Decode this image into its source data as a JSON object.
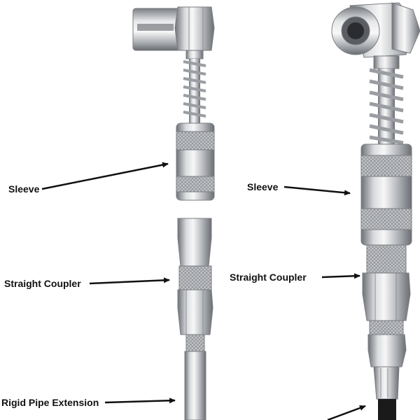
{
  "labels": {
    "sleeve_left": "Sleeve",
    "straight_coupler_left": "Straight Coupler",
    "rigid_pipe_extension": "Rigid Pipe Extension",
    "sleeve_right": "Sleeve",
    "straight_coupler_right": "Straight Coupler"
  },
  "colors": {
    "background": "#ffffff",
    "label_text": "#111111",
    "arrow": "#111111",
    "metal_light": "#f2f2f2",
    "metal_mid": "#b9bcc0",
    "metal_dark": "#6d7075",
    "hose": "#1a1a1a"
  },
  "icons": {
    "arrow": "arrow-right-icon"
  }
}
